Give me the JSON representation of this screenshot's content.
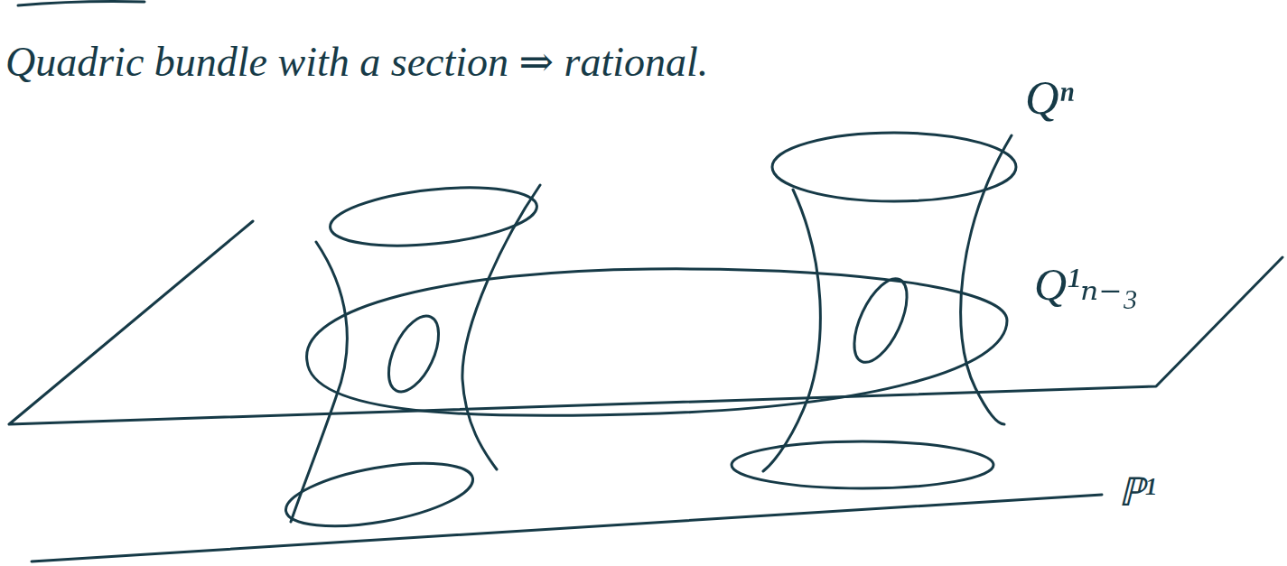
{
  "diagram": {
    "title": "Quadric bundle with a section ⇒ rational.",
    "labels": [
      "Qⁿ",
      "Q¹ₙ₋₃",
      "ℙ¹"
    ]
  }
}
